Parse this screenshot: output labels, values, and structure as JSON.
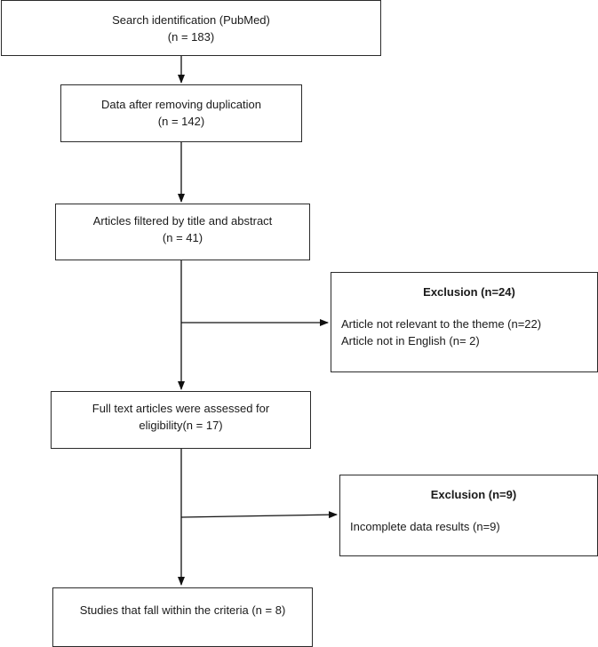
{
  "nodes": {
    "identification": {
      "line1": "Search identification (PubMed)",
      "line2": "(n = 183)"
    },
    "deduplicated": {
      "line1": "Data after removing duplication",
      "line2": "(n = 142)"
    },
    "screened": {
      "line1": "Articles filtered by title and abstract",
      "line2": "(n = 41)"
    },
    "exclusion1": {
      "title": "Exclusion (n=24)",
      "items": [
        "Article not relevant to the theme (n=22)",
        "Article not in English (n= 2)"
      ]
    },
    "eligibility": {
      "line1": "Full text articles were assessed for",
      "line2": "eligibility(n = 17)"
    },
    "exclusion2": {
      "title": "Exclusion (n=9)",
      "items": [
        "Incomplete data results (n=9)"
      ]
    },
    "included": {
      "line1": "Studies that fall within the criteria (n = 8)"
    }
  }
}
